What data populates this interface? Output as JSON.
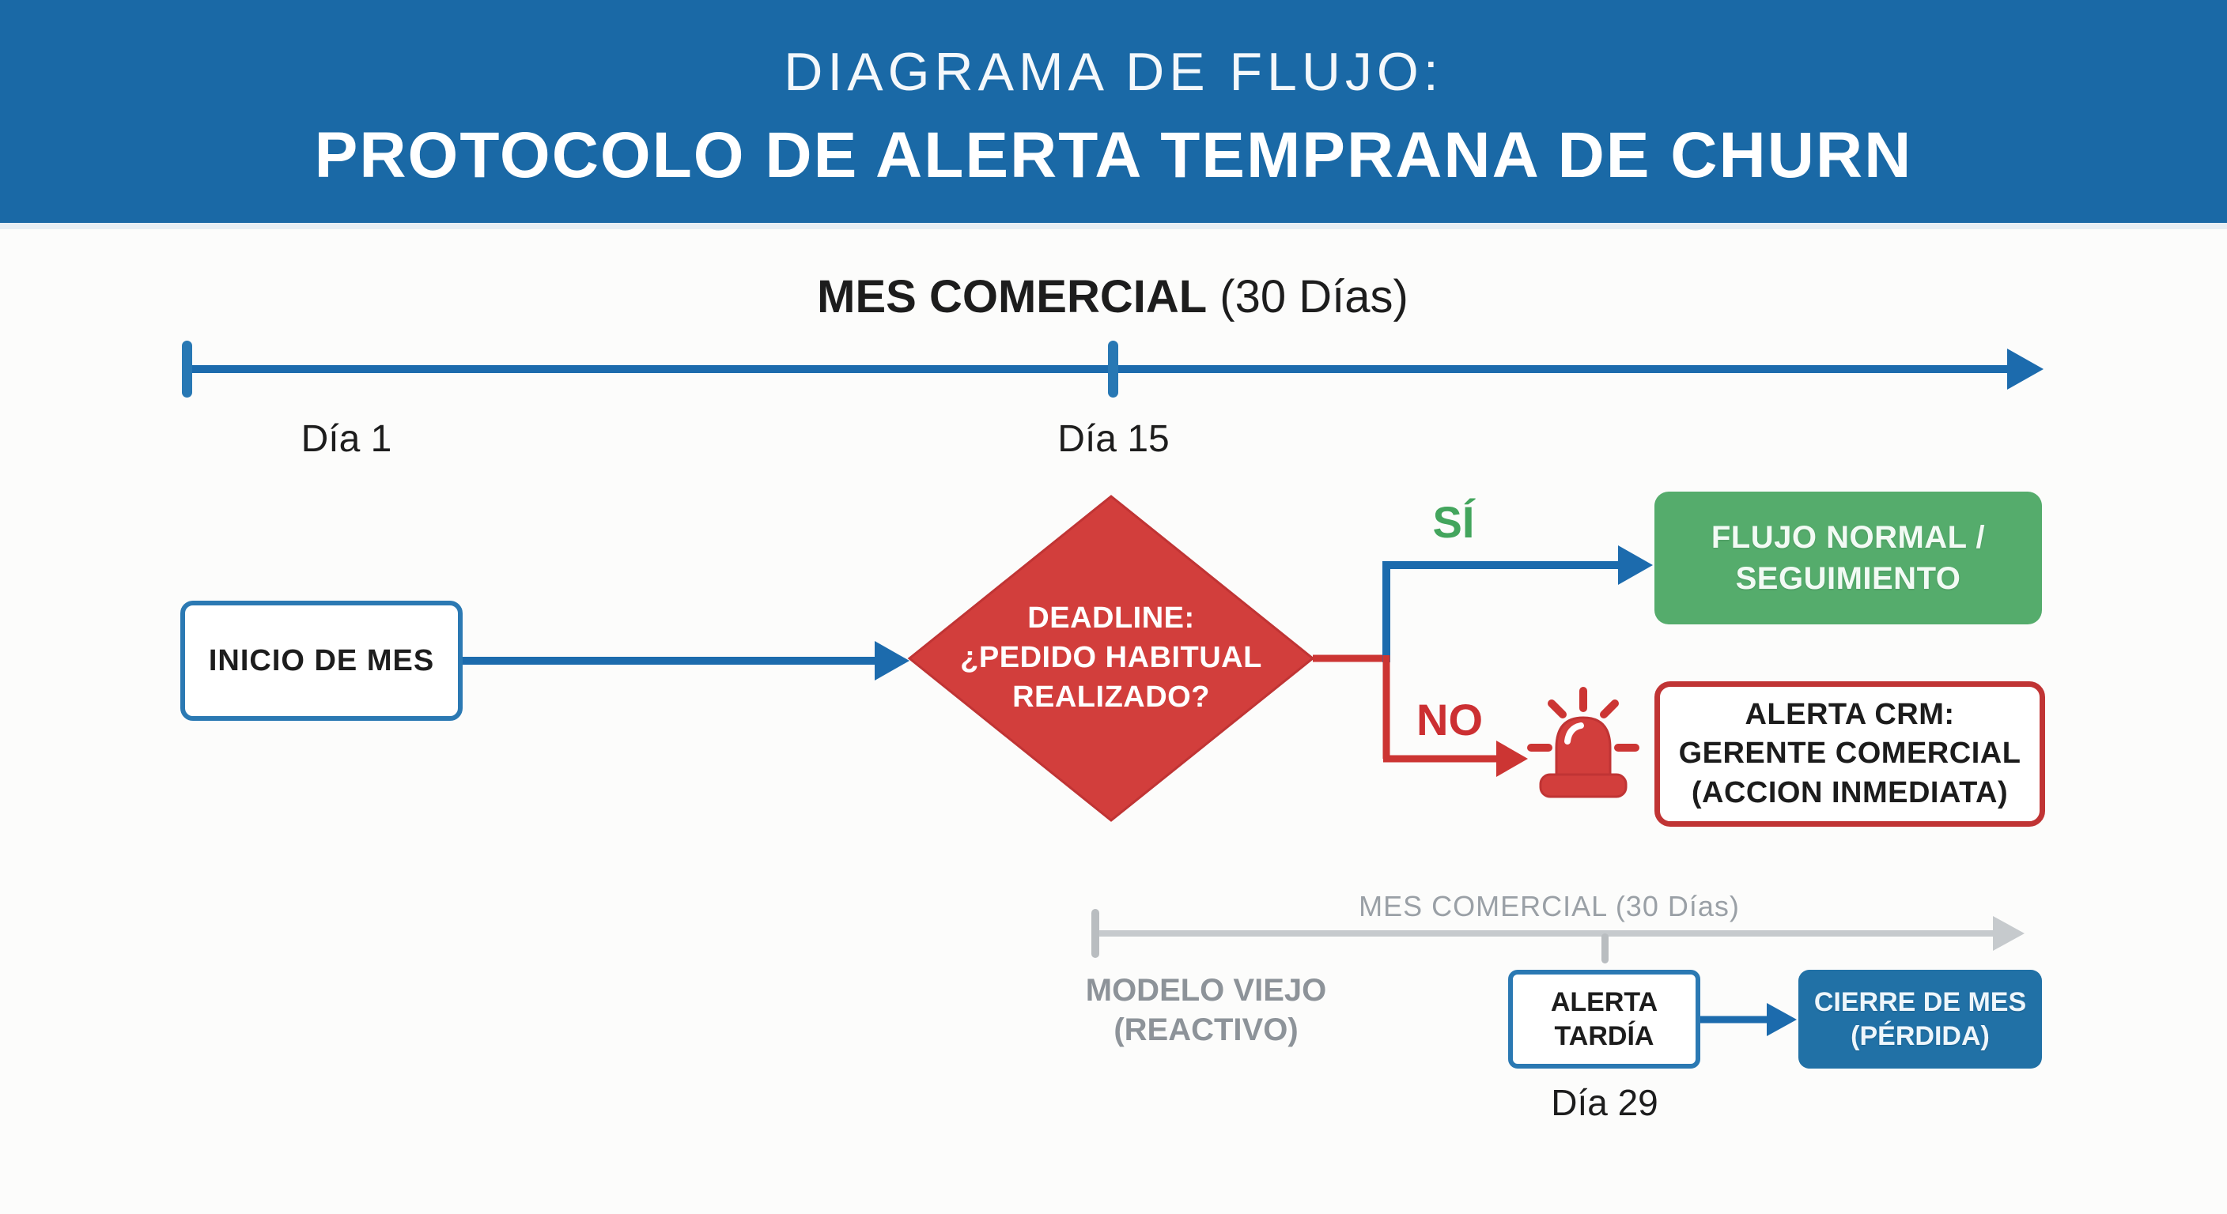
{
  "header": {
    "line1": "DIAGRAMA DE FLUJO:",
    "line2": "PROTOCOLO DE ALERTA TEMPRANA DE CHURN"
  },
  "timeline": {
    "title_bold": "MES COMERCIAL",
    "title_light": "(30 Días)",
    "day_start": "Día 1",
    "day_mid": "Día 15"
  },
  "flow": {
    "start_box": "INICIO DE MES",
    "decision": {
      "line1": "DEADLINE:",
      "line2": "¿PEDIDO HABITUAL",
      "line3": "REALIZADO?"
    },
    "yes_label": "SÍ",
    "no_label": "NO",
    "yes_box": {
      "line1": "FLUJO NORMAL /",
      "line2": "SEGUIMIENTO"
    },
    "alert_box": {
      "line1": "ALERTA CRM:",
      "line2": "GERENTE COMERCIAL",
      "line3": "(ACCION INMEDIATA)"
    }
  },
  "panel": {
    "title": "MES COMERCIAL (30 Días)",
    "old_model": {
      "line1": "MODELO VIEJO",
      "line2": "(REACTIVO)"
    },
    "late_alert": {
      "line1": "ALERTA",
      "line2": "TARDÍA"
    },
    "close_box": {
      "line1": "CIERRE DE MES",
      "line2": "(PÉRDIDA)"
    },
    "day_label": "Día 29"
  },
  "icons": {
    "siren": "red emergency siren with rays"
  },
  "colors": {
    "header_blue": "#1a69a6",
    "line_blue": "#1c6bad",
    "border_blue": "#2b79b3",
    "red": "#d23e3c",
    "red_line": "#cc3533",
    "green_box": "#55ac6c",
    "green_text": "#43a55d",
    "close_box_blue": "#2171a6",
    "panel_gray": "#edeeef",
    "gray_line": "#c6cacd",
    "gray_text": "#8d9399",
    "text_black": "#1d1d1d",
    "background": "#fcfcfb"
  }
}
